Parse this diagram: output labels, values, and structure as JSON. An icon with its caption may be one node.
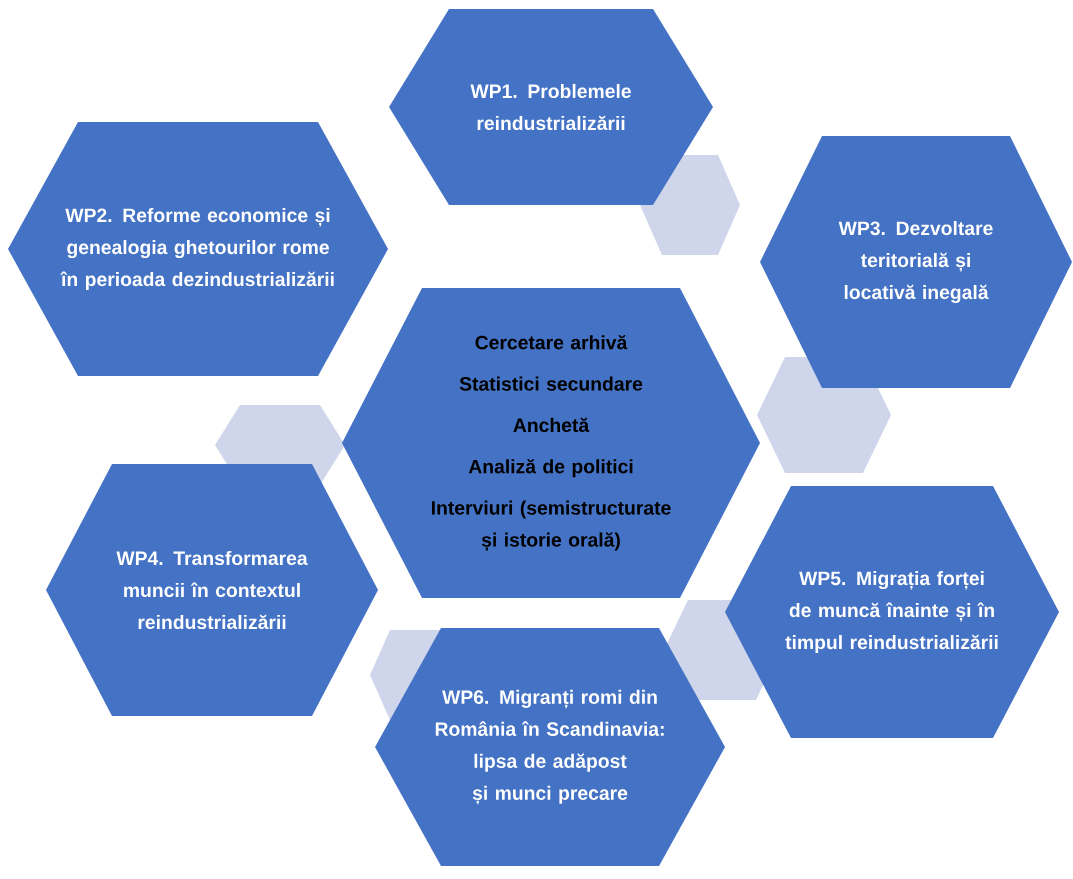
{
  "diagram": {
    "nodes": [
      {
        "text": [
          "WP1. Problemele reindustrializării"
        ]
      },
      {
        "text": [
          "WP2. Reforme economice și genealogia ghetourilor rome în perioada dezindustrializării"
        ]
      },
      {
        "text": [
          "WP3. Dezvoltare teritorială și locativă inegală"
        ]
      },
      {
        "text": [
          "Cercetare arhivă",
          "Statistici secundare",
          "Anchetă",
          "Analiză de politici",
          "Interviuri (semistructurate și istorie orală)"
        ]
      },
      {
        "text": [
          "WP4. Transformarea muncii în contextul reindustrializării"
        ]
      },
      {
        "text": [
          "WP5. Migrația forței de muncă înainte și în timpul reindustrializării"
        ]
      },
      {
        "text": [
          "WP6. Migranți romi din România în Scandinavia: lipsa de adăpost și munci precare"
        ]
      }
    ]
  }
}
